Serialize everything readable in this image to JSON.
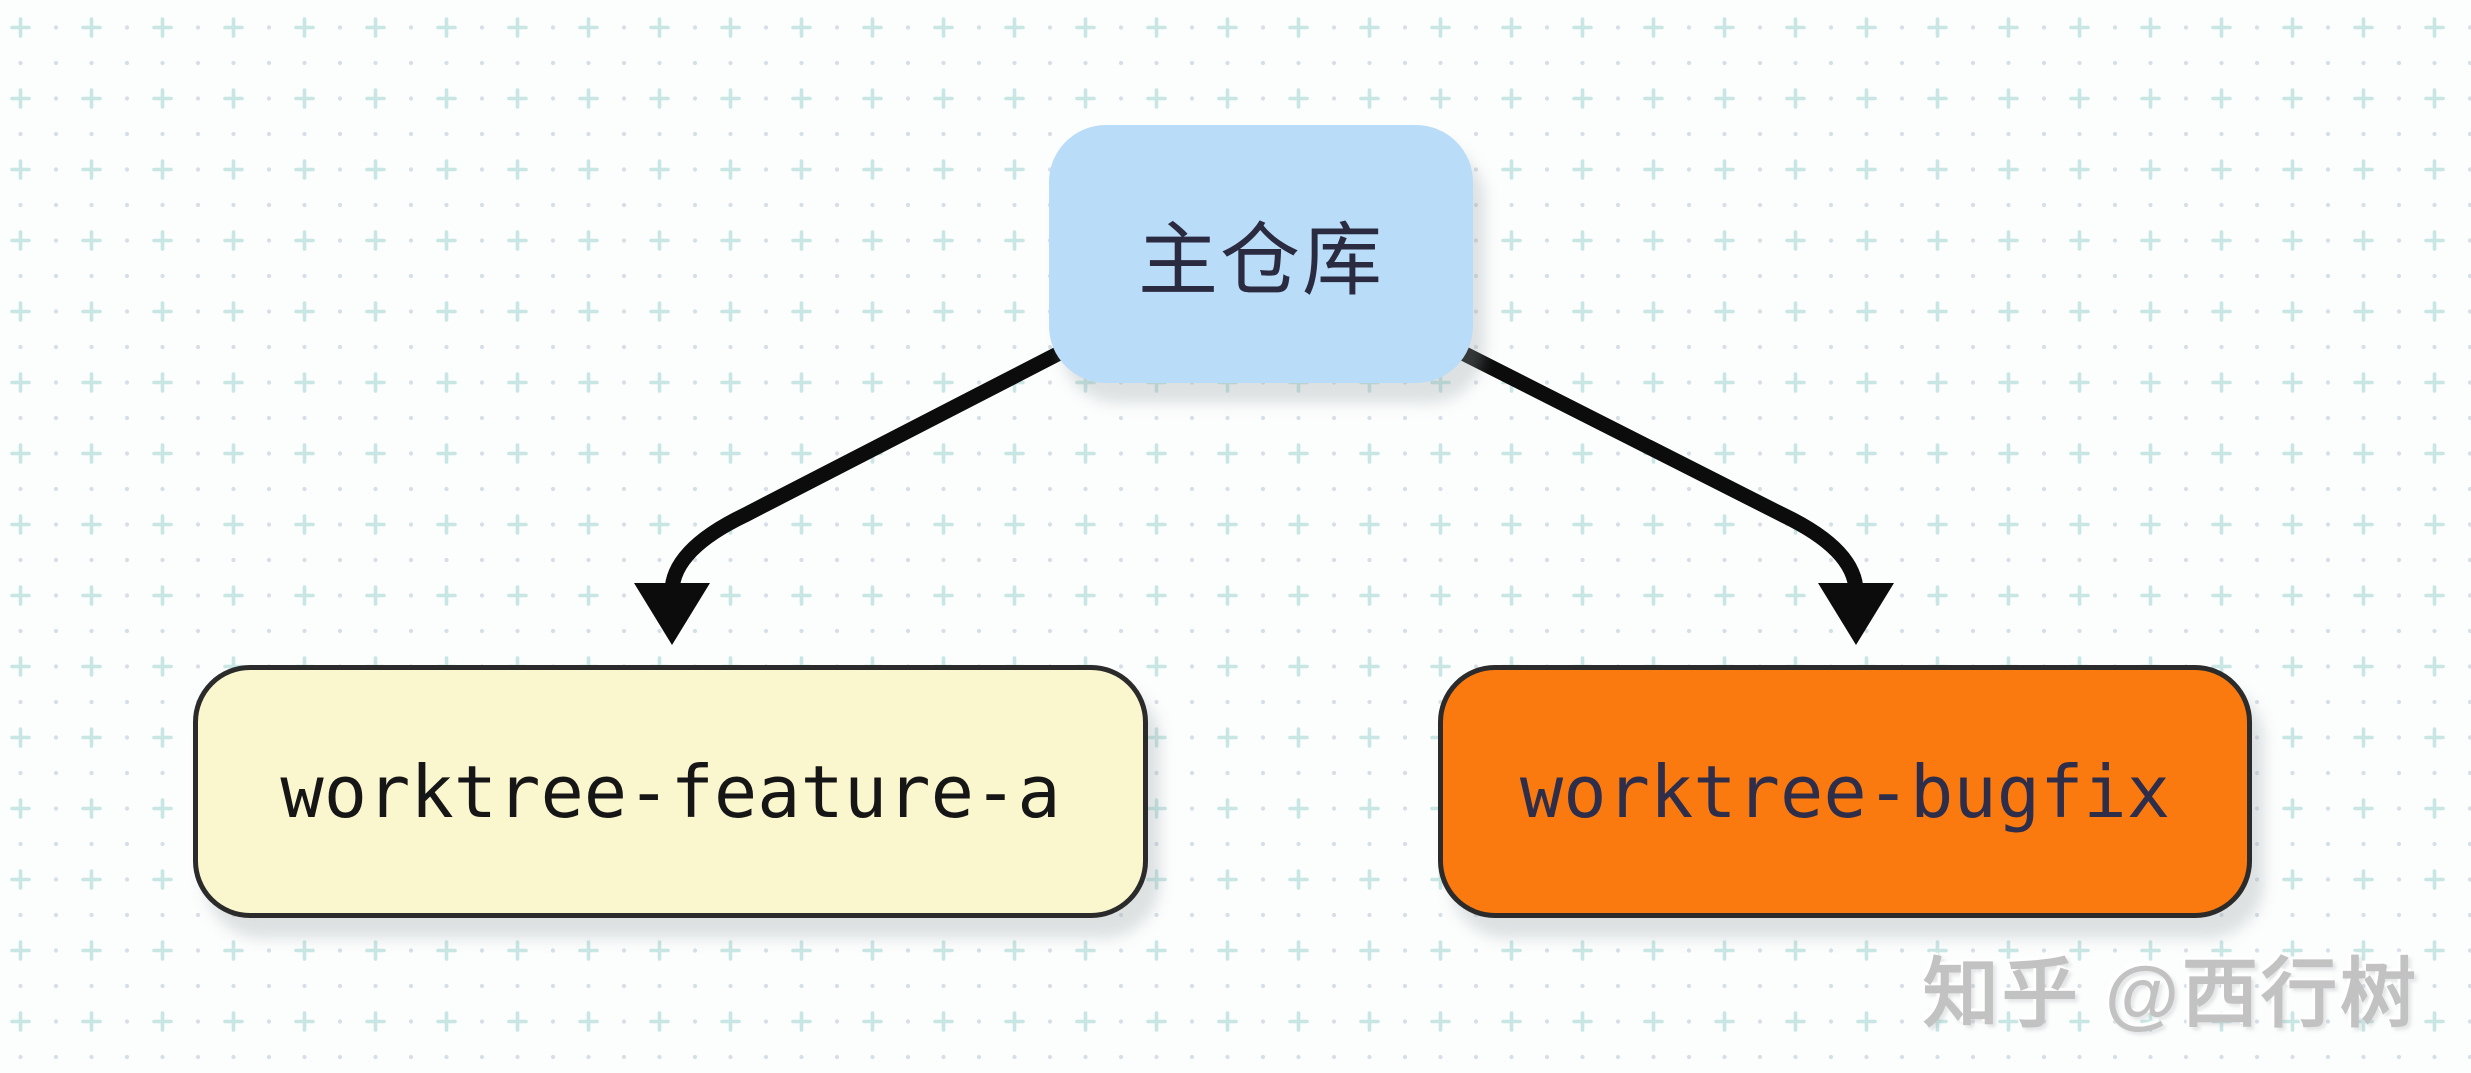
{
  "diagram": {
    "nodes": {
      "main": {
        "label": "主仓库",
        "fill": "#b9dcf8",
        "text_color": "#2a2a40"
      },
      "feature": {
        "label": "worktree-feature-a",
        "fill": "#faf6cd",
        "text_color": "#161616"
      },
      "bugfix": {
        "label": "worktree-bugfix",
        "fill": "#fb7a10",
        "text_color": "#2e2e4a"
      }
    },
    "edges": [
      {
        "from": "主仓库",
        "to": "worktree-feature-a"
      },
      {
        "from": "主仓库",
        "to": "worktree-bugfix"
      }
    ],
    "colors": {
      "background": "#fcfdfd",
      "pattern_plus": "#c8e6e4",
      "pattern_dot": "#d6dee6",
      "node_border": "#2b2b2b",
      "arrow": "#0c0c0c"
    }
  },
  "watermark": {
    "text": "知乎 @西行树",
    "color": "#c2c2c2"
  }
}
